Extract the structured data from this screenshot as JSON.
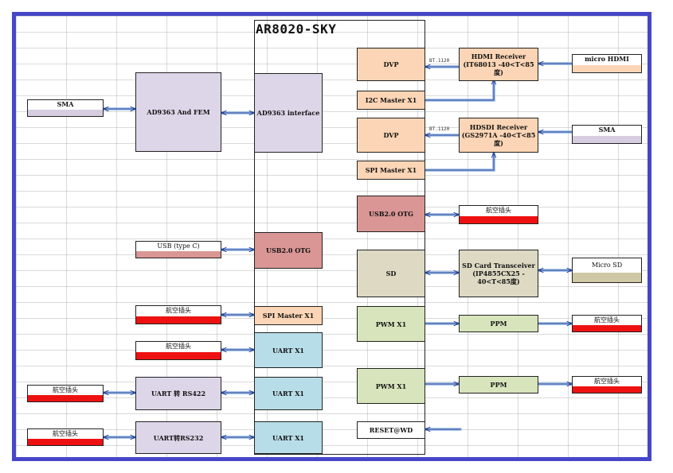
{
  "diagram": {
    "title": "AR8020-SKY",
    "left_blocks": {
      "sma": "SMA",
      "ad9363_fem": "AD9363 And FEM",
      "usb_typec": "USB (type C)",
      "hangkong_1": "航空插头",
      "hangkong_2": "航空插头",
      "hangkong_3": "航空插头",
      "hangkong_4": "航空插头",
      "uart_rs422": "UART 转 RS422",
      "uart_rs232": "UART转RS232"
    },
    "core_left": {
      "ad9363_interface": "AD9363 interface",
      "usb_otg": "USB2.0 OTG",
      "spi_master": "SPI Master X1",
      "uart_1": "UART X1",
      "uart_2": "UART X1",
      "uart_3": "UART X1"
    },
    "core_right": {
      "dvp_1": "DVP",
      "i2c_master": "I2C Master X1",
      "dvp_2": "DVP",
      "spi_master": "SPI Master X1",
      "usb_otg": "USB2.0 OTG",
      "sd": "SD",
      "pwm_1": "PWM X1",
      "pwm_2": "PWM X1",
      "reset_wd": "RESET@WD"
    },
    "right_blocks": {
      "hdmi_receiver": "HDMI Receiver (IT68013 -40<T<85度)",
      "micro_hdmi": "micro HDMI",
      "hdsdi_receiver": "HDSDI Receiver (GS2971A -40<T<85度)",
      "sma": "SMA",
      "hangkong_usb": "航空插头",
      "sd_transceiver": "SD Card Transceiver (IP4855CX25 - 40<T<85度)",
      "micro_sd": "Micro SD",
      "ppm_1": "PPM",
      "hangkong_ppm1": "航空插头",
      "ppm_2": "PPM",
      "hangkong_ppm2": "航空插头"
    },
    "bus_labels": {
      "bt1120_a": "BT.1120",
      "bt1120_b": "BT.1120"
    },
    "colors": {
      "frame": "#4646c8",
      "peach": "#fbd5b5",
      "lavender": "#ddd6e8",
      "light_blue": "#b7dde8",
      "rose": "#d99694",
      "khaki": "#ddd9c3",
      "green": "#d7e4bc",
      "connector_red": "#ee1111"
    }
  }
}
